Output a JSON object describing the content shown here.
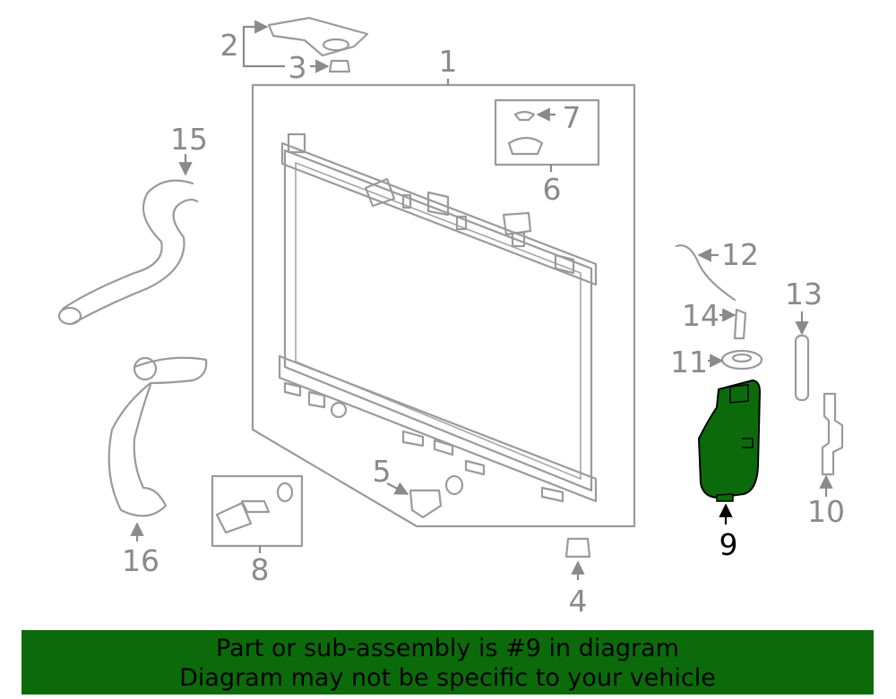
{
  "callouts": {
    "c1": "1",
    "c2": "2",
    "c3": "3",
    "c4": "4",
    "c5": "5",
    "c6": "6",
    "c7": "7",
    "c8": "8",
    "c9": "9",
    "c10": "10",
    "c11": "11",
    "c12": "12",
    "c13": "13",
    "c14": "14",
    "c15": "15",
    "c16": "16"
  },
  "highlighted_part": "9",
  "colors": {
    "highlight_fill": "#0b6b0b",
    "line": "#9a9a9a",
    "banner": "#0b6b0b"
  },
  "banner": {
    "line1": "Part or sub-assembly is #9 in diagram",
    "line2": "Diagram may not be specific to your vehicle"
  }
}
